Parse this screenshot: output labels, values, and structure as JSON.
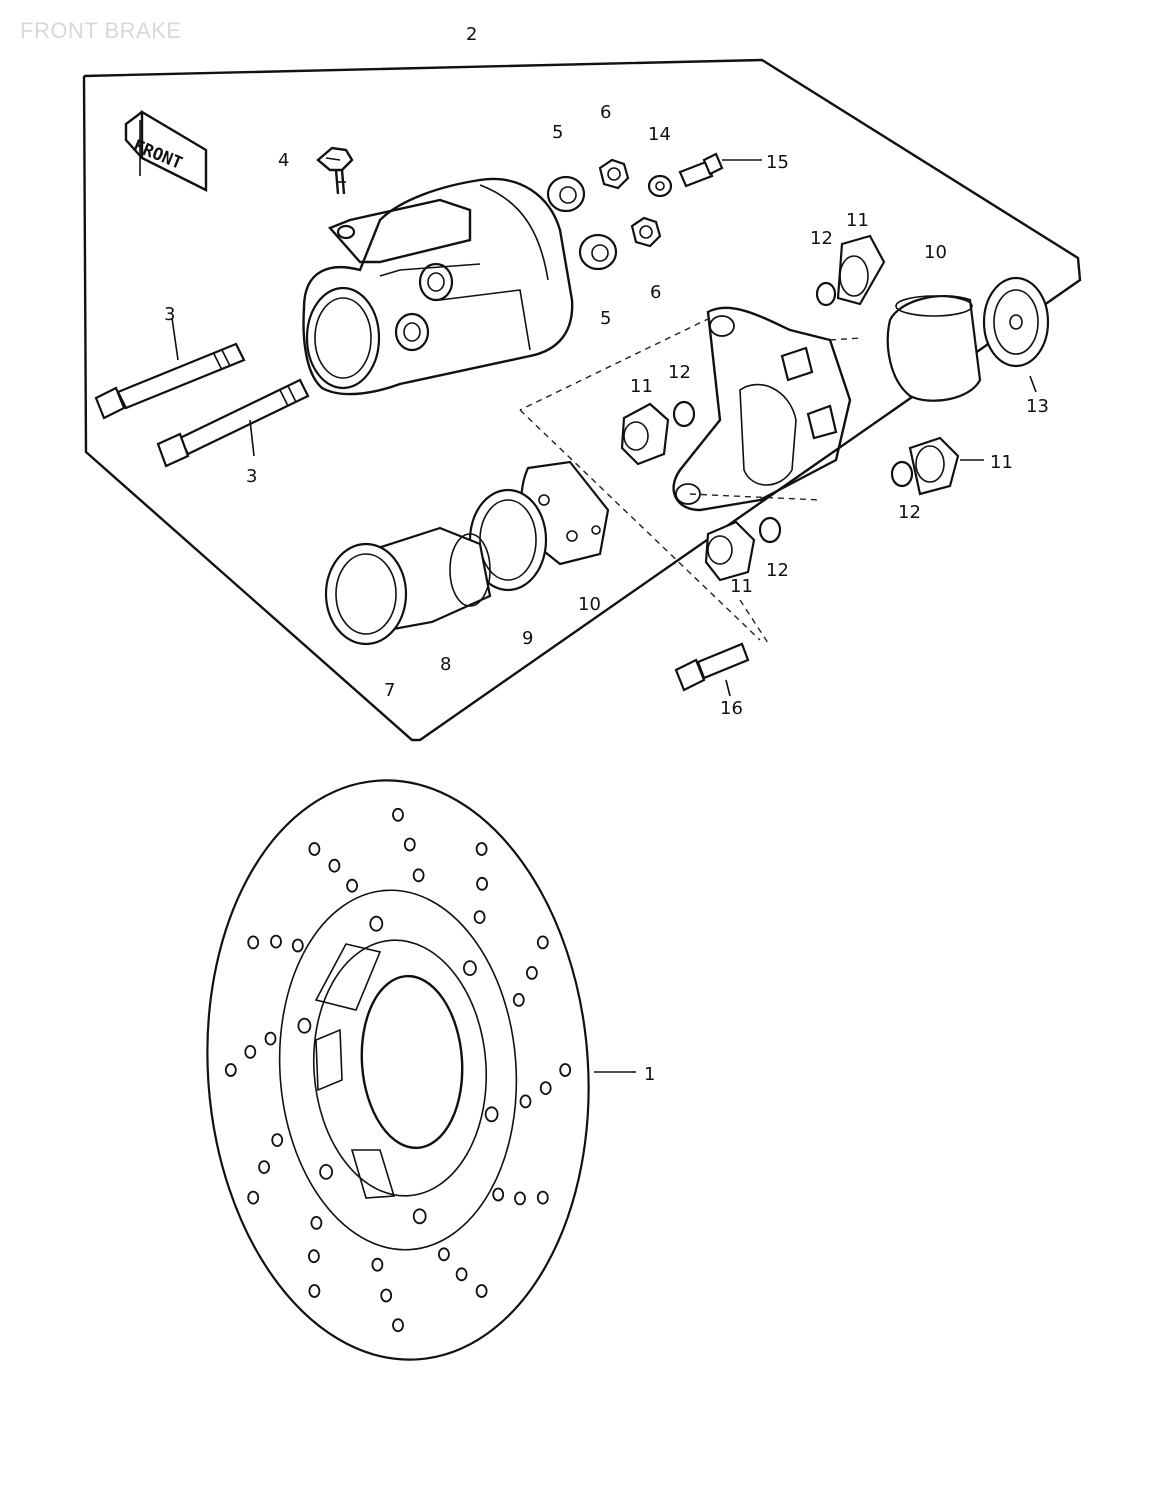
{
  "page_title": "FRONT BRAKE",
  "front_tag": "FRONT",
  "callouts": [
    {
      "id": "c2",
      "label": "2"
    },
    {
      "id": "c4",
      "label": "4"
    },
    {
      "id": "c5a",
      "label": "5"
    },
    {
      "id": "c6a",
      "label": "6"
    },
    {
      "id": "c14",
      "label": "14"
    },
    {
      "id": "c15",
      "label": "15"
    },
    {
      "id": "c6b",
      "label": "6"
    },
    {
      "id": "c5b",
      "label": "5"
    },
    {
      "id": "c12a",
      "label": "12"
    },
    {
      "id": "c11a",
      "label": "11"
    },
    {
      "id": "c10a",
      "label": "10"
    },
    {
      "id": "c3a",
      "label": "3"
    },
    {
      "id": "c3b",
      "label": "3"
    },
    {
      "id": "c11b",
      "label": "11"
    },
    {
      "id": "c12b",
      "label": "12"
    },
    {
      "id": "c13",
      "label": "13"
    },
    {
      "id": "c11c",
      "label": "11"
    },
    {
      "id": "c12c",
      "label": "12"
    },
    {
      "id": "c12d",
      "label": "12"
    },
    {
      "id": "c11d",
      "label": "11"
    },
    {
      "id": "c10b",
      "label": "10"
    },
    {
      "id": "c9",
      "label": "9"
    },
    {
      "id": "c8",
      "label": "8"
    },
    {
      "id": "c7",
      "label": "7"
    },
    {
      "id": "c16",
      "label": "16"
    },
    {
      "id": "c1",
      "label": "1"
    }
  ]
}
